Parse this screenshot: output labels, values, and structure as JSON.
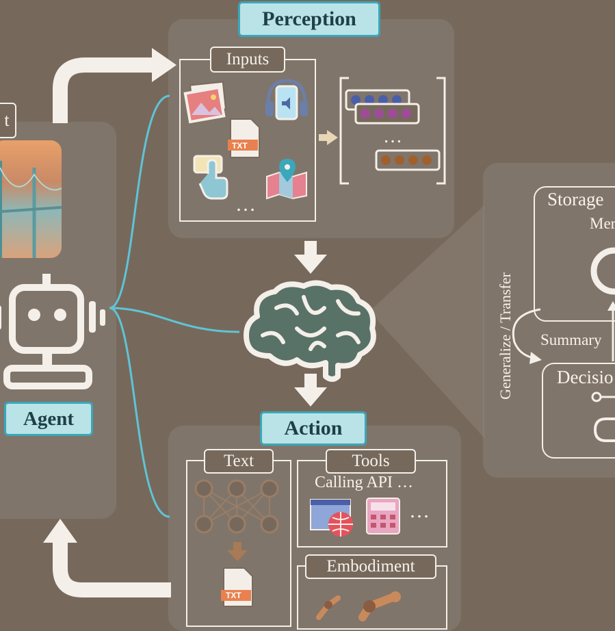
{
  "agent_panel": {
    "partial_label": "t",
    "agent_label": "Agent"
  },
  "perception": {
    "title": "Perception",
    "inputs_label": "Inputs",
    "ellipsis": "…",
    "txt_file": "TXT",
    "embedding_ellipsis": "…"
  },
  "action": {
    "title": "Action",
    "text_label": "Text",
    "tools_label": "Tools",
    "tools_caption": "Calling API …",
    "tools_ellipsis": "…",
    "embodiment_label": "Embodiment",
    "txt_file": "TXT"
  },
  "memory_panel": {
    "storage_label": "Storage",
    "storage_sub": "Mer",
    "generalize_label": "Generalize / Transfer",
    "summary_label": "Summary",
    "decision_label": "Decisio"
  },
  "colors": {
    "background": "#76695c",
    "tag_fill": "#b9e3e6",
    "tag_border": "#3aa7ba",
    "connector": "#5fc4d6",
    "line": "#f4efe9"
  }
}
